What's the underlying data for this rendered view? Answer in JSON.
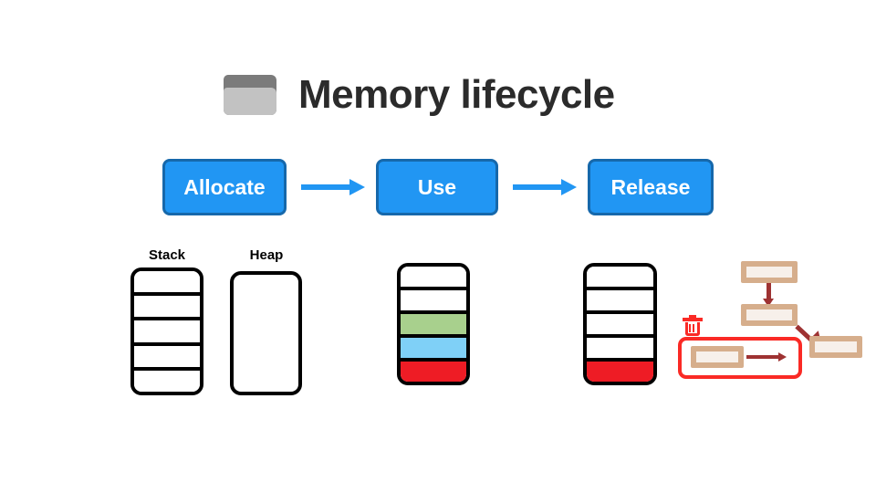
{
  "slide": {
    "background_color": "#ffffff",
    "title": "Memory lifecycle",
    "title_color": "#2b2b2b",
    "folder_icon": "folder-icon"
  },
  "flow": {
    "accent_color": "#2196f3",
    "border_color": "#1668ab",
    "steps": [
      {
        "label": "Allocate"
      },
      {
        "label": "Use"
      },
      {
        "label": "Release"
      }
    ],
    "arrows": [
      {
        "name": "arrow-allocate-to-use"
      },
      {
        "name": "arrow-use-to-release"
      }
    ]
  },
  "memory": {
    "labels": {
      "stack": "Stack",
      "heap": "Heap"
    },
    "colors": {
      "outline": "#000000",
      "empty": "#ffffff",
      "green": "#a8d08d",
      "blue": "#7fd0f7",
      "red": "#ee1c25"
    },
    "diagrams": [
      {
        "name": "allocate-state",
        "stack_cells": [
          "#ffffff",
          "#ffffff",
          "#ffffff",
          "#ffffff",
          "#ffffff"
        ],
        "heap_cells": []
      },
      {
        "name": "use-state",
        "stack_cells": [
          "#ffffff",
          "#ffffff",
          "#a8d08d",
          "#7fd0f7",
          "#ee1c25"
        ]
      },
      {
        "name": "release-state",
        "stack_cells": [
          "#ffffff",
          "#ffffff",
          "#ffffff",
          "#ffffff",
          "#ee1c25"
        ]
      }
    ]
  },
  "graph": {
    "node_fill": "#f7f0ea",
    "node_border": "#d6ae8c",
    "arrow_color": "#9e3232",
    "highlight_color": "#fa2a25",
    "nodes": [
      {
        "name": "graph-node-top"
      },
      {
        "name": "graph-node-middle"
      },
      {
        "name": "graph-node-right"
      },
      {
        "name": "graph-node-orphan"
      }
    ],
    "edges": [
      {
        "name": "edge-top-to-middle"
      },
      {
        "name": "edge-middle-to-right"
      },
      {
        "name": "edge-orphan-outgoing"
      }
    ],
    "delete_icon": "trash-icon"
  }
}
